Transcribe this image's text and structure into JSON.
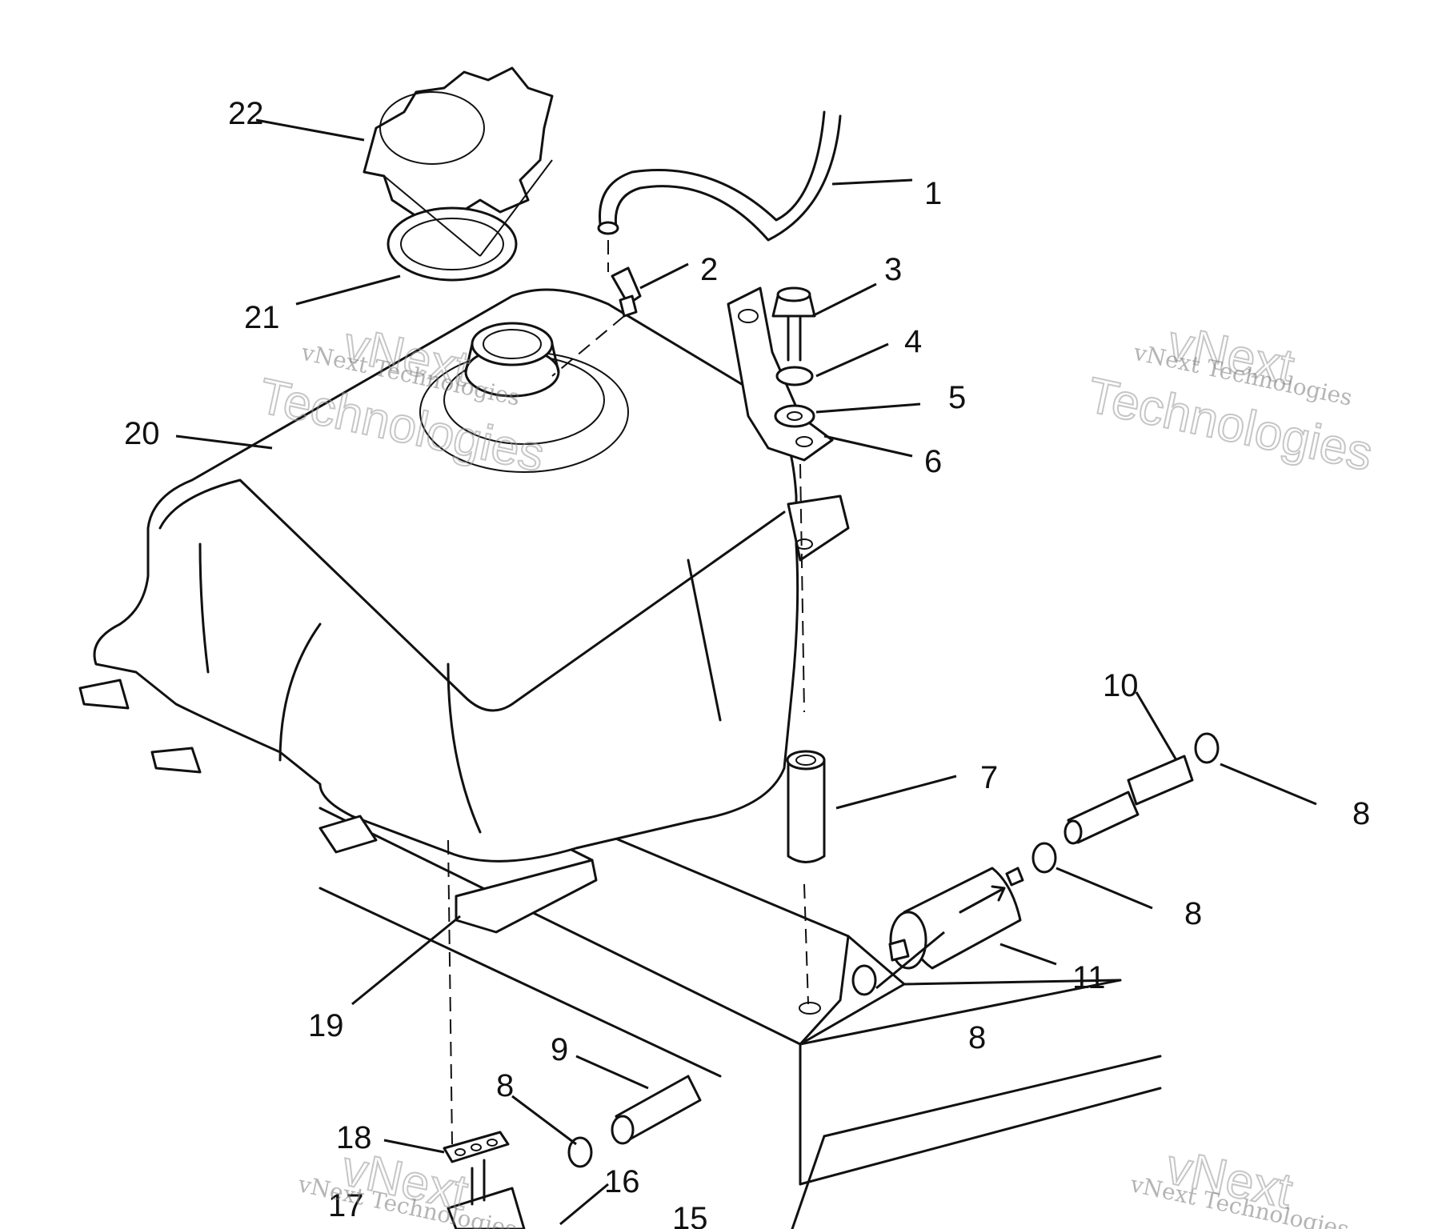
{
  "callouts": [
    {
      "id": "c1",
      "label": "1"
    },
    {
      "id": "c2",
      "label": "2"
    },
    {
      "id": "c3",
      "label": "3"
    },
    {
      "id": "c4",
      "label": "4"
    },
    {
      "id": "c5",
      "label": "5"
    },
    {
      "id": "c6",
      "label": "6"
    },
    {
      "id": "c7",
      "label": "7"
    },
    {
      "id": "c8a",
      "label": "8"
    },
    {
      "id": "c8b",
      "label": "8"
    },
    {
      "id": "c8c",
      "label": "8"
    },
    {
      "id": "c8d",
      "label": "8"
    },
    {
      "id": "c9",
      "label": "9"
    },
    {
      "id": "c10",
      "label": "10"
    },
    {
      "id": "c11",
      "label": "11"
    },
    {
      "id": "c15",
      "label": "15"
    },
    {
      "id": "c16",
      "label": "16"
    },
    {
      "id": "c17",
      "label": "17"
    },
    {
      "id": "c18",
      "label": "18"
    },
    {
      "id": "c19",
      "label": "19"
    },
    {
      "id": "c20",
      "label": "20"
    },
    {
      "id": "c21",
      "label": "21"
    },
    {
      "id": "c22",
      "label": "22"
    }
  ],
  "watermark": {
    "brand_small": "vNext Technologies",
    "brand_line1": "vNext",
    "brand_line2": "Technologies"
  }
}
